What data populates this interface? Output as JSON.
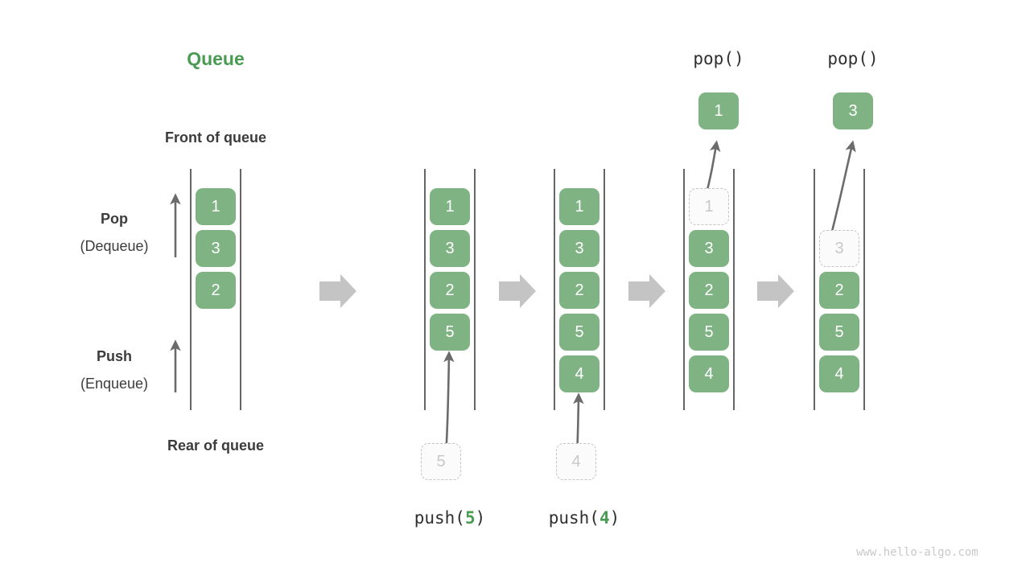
{
  "diagram": {
    "title": "Queue",
    "front_label": "Front of queue",
    "rear_label": "Rear of queue",
    "pop_label": "Pop",
    "pop_sub": "(Dequeue)",
    "push_label": "Push",
    "push_sub": "(Enqueue)",
    "watermark": "www.hello-algo.com",
    "accent_green": "#4a9b52",
    "cell_green": "#7fb383",
    "ghost_gray": "#c8c8c8",
    "arrow_gray": "#c4c4c4",
    "rail_color": "#4b4b4b"
  },
  "operations": {
    "push5": {
      "prefix": "push(",
      "value": "5",
      "suffix": ")"
    },
    "push4": {
      "prefix": "push(",
      "value": "4",
      "suffix": ")"
    },
    "pop1": "pop()",
    "pop2": "pop()"
  },
  "columns": [
    {
      "name": "initial-queue",
      "cells": [
        {
          "value": "1",
          "ghost": false
        },
        {
          "value": "3",
          "ghost": false
        },
        {
          "value": "2",
          "ghost": false
        }
      ]
    },
    {
      "name": "after-push-5",
      "cells": [
        {
          "value": "1",
          "ghost": false
        },
        {
          "value": "3",
          "ghost": false
        },
        {
          "value": "2",
          "ghost": false
        },
        {
          "value": "5",
          "ghost": false
        }
      ]
    },
    {
      "name": "after-push-4",
      "cells": [
        {
          "value": "1",
          "ghost": false
        },
        {
          "value": "3",
          "ghost": false
        },
        {
          "value": "2",
          "ghost": false
        },
        {
          "value": "5",
          "ghost": false
        },
        {
          "value": "4",
          "ghost": false
        }
      ]
    },
    {
      "name": "after-pop-1",
      "cells": [
        {
          "value": "1",
          "ghost": true
        },
        {
          "value": "3",
          "ghost": false
        },
        {
          "value": "2",
          "ghost": false
        },
        {
          "value": "5",
          "ghost": false
        },
        {
          "value": "4",
          "ghost": false
        }
      ]
    },
    {
      "name": "after-pop-3",
      "cells": [
        {
          "value": "",
          "ghost": false,
          "empty": true
        },
        {
          "value": "3",
          "ghost": true
        },
        {
          "value": "2",
          "ghost": false
        },
        {
          "value": "5",
          "ghost": false
        },
        {
          "value": "4",
          "ghost": false
        }
      ]
    }
  ],
  "incoming": {
    "push5_ghost": "5",
    "push4_ghost": "4"
  },
  "popped": {
    "pop1_value": "1",
    "pop2_value": "3"
  }
}
